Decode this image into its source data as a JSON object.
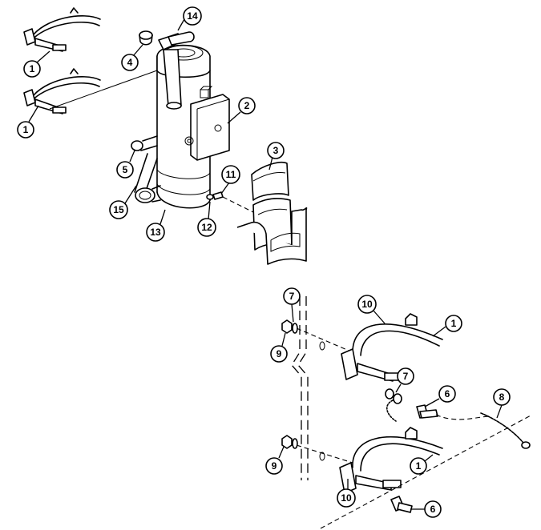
{
  "callouts": [
    {
      "id": "c1a",
      "label": "1"
    },
    {
      "id": "c1b",
      "label": "1"
    },
    {
      "id": "c4",
      "label": "4"
    },
    {
      "id": "c14",
      "label": "14"
    },
    {
      "id": "c2",
      "label": "2"
    },
    {
      "id": "c5",
      "label": "5"
    },
    {
      "id": "c15",
      "label": "15"
    },
    {
      "id": "c13",
      "label": "13"
    },
    {
      "id": "c12",
      "label": "12"
    },
    {
      "id": "c11",
      "label": "11"
    },
    {
      "id": "c3",
      "label": "3"
    },
    {
      "id": "c7a",
      "label": "7"
    },
    {
      "id": "c9a",
      "label": "9"
    },
    {
      "id": "c10a",
      "label": "10"
    },
    {
      "id": "c1c",
      "label": "1"
    },
    {
      "id": "c7b",
      "label": "7"
    },
    {
      "id": "c6a",
      "label": "6"
    },
    {
      "id": "c8",
      "label": "8"
    },
    {
      "id": "c9b",
      "label": "9"
    },
    {
      "id": "c10b",
      "label": "10"
    },
    {
      "id": "c1d",
      "label": "1"
    },
    {
      "id": "c6b",
      "label": "6"
    }
  ]
}
